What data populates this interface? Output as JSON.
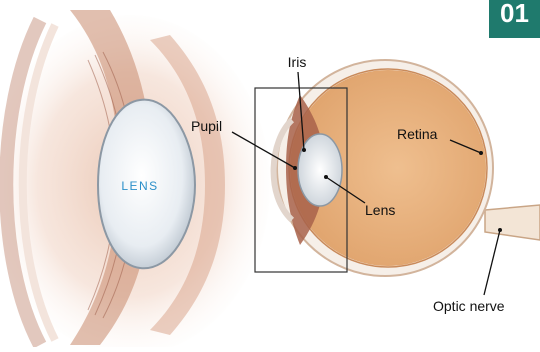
{
  "badge": {
    "text": "01",
    "color": "#1f7a6d"
  },
  "left_panel": {
    "lens_label": "LENS",
    "label_color": "#2a8fc9"
  },
  "right_panel": {
    "labels": {
      "iris": "Iris",
      "pupil": "Pupil",
      "retina": "Retina",
      "lens": "Lens",
      "optic_nerve": "Optic nerve"
    }
  },
  "colors": {
    "eye_interior": "#e9b27e",
    "sclera": "#f6efe8",
    "tissue": "#a8624a",
    "lens": "#eef1f4"
  }
}
